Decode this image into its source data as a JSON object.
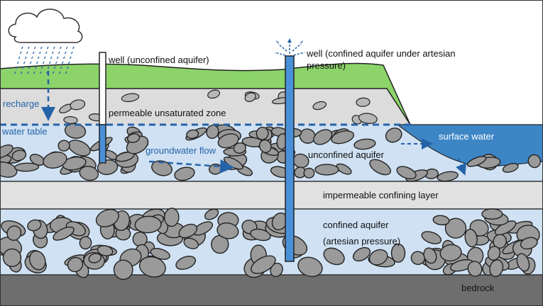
{
  "labels": {
    "well_unconfined": "well (unconfined aquifer)",
    "well_confined_line1": "well (confined aquifer under artesian",
    "well_confined_line2": "pressure)",
    "recharge": "recharge",
    "permeable_zone": "permeable unsaturated zone",
    "water_table": "water table",
    "surface_water": "surface water",
    "groundwater_flow": "groundwater flow",
    "unconfined_aquifer": "unconfined aquifer",
    "impermeable_layer": "impermeable confining layer",
    "confined_aquifer_line1": "confined aquifer",
    "confined_aquifer_line2": "(artesian pressure)",
    "bedrock": "bedrock"
  },
  "colors": {
    "grass": "#8cd46a",
    "unsaturated": "#dcdcdc",
    "aquifer": "#cfe1f3",
    "confining": "#e1e1e1",
    "bedrock": "#6e6e6e",
    "surface_water": "#3d86c6",
    "accent_blue": "#2563a8",
    "rock": "#9a9a9a"
  }
}
